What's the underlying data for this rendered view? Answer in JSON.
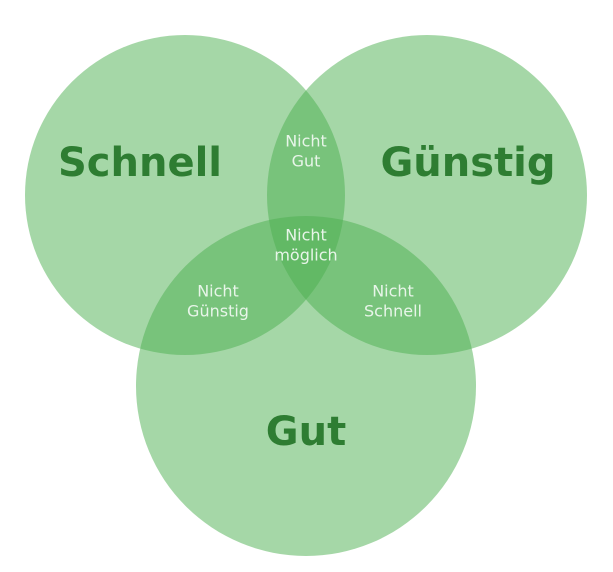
{
  "sets": {
    "left": "Schnell",
    "right": "Günstig",
    "bottom": "Gut"
  },
  "regions": {
    "left_right": [
      "Nicht",
      "Gut"
    ],
    "left_bottom": [
      "Nicht",
      "Günstig"
    ],
    "right_bottom": [
      "Nicht",
      "Schnell"
    ],
    "center": [
      "Nicht",
      "möglich"
    ]
  },
  "colors": {
    "circle_fill": "#4caf50",
    "main_label": "#2e7d32",
    "region_label": "#e8f5e9"
  }
}
